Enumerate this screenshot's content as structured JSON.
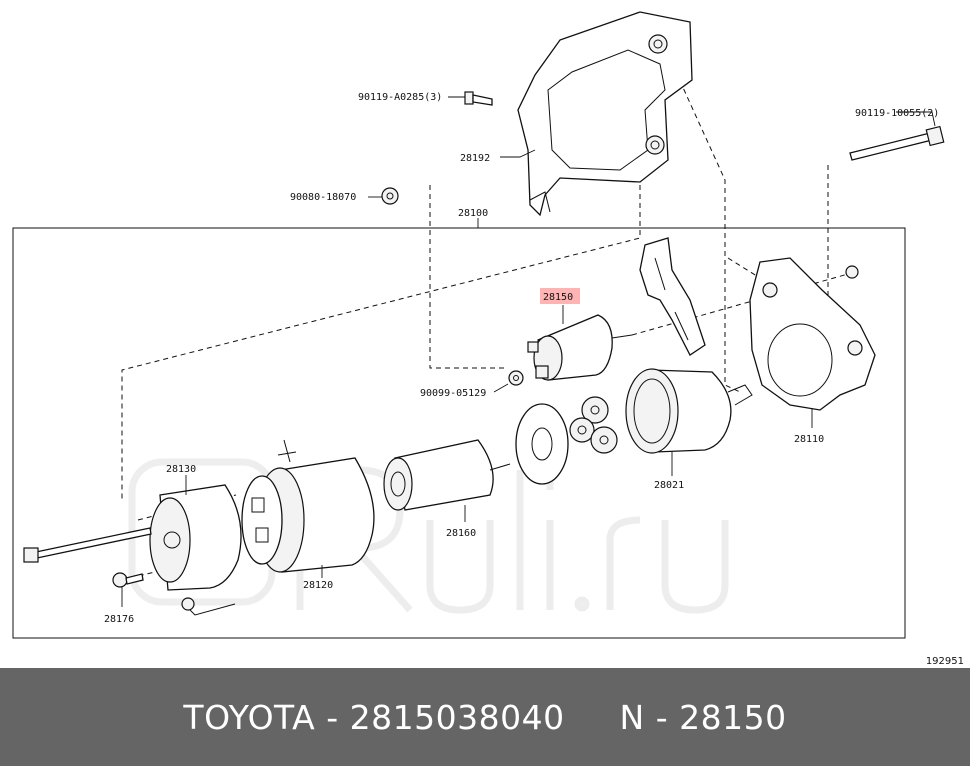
{
  "diagram": {
    "part_labels": {
      "p28192": "28192",
      "p90119_a0285": "90119-A0285(3)",
      "p90119_10055": "90119-10055(2)",
      "p90080_18070": "90080-18070",
      "p28100": "28100",
      "p28150": "28150",
      "p90099_05129": "90099-05129",
      "p28110": "28110",
      "p28130": "28130",
      "p28021": "28021",
      "p28160": "28160",
      "p28120": "28120",
      "p28176": "28176"
    },
    "highlighted_part": "28150",
    "watermark_logo_text": "Ruli.ru",
    "colors": {
      "highlight": "#ffb3b3",
      "footer": "#656565",
      "line": "#111111"
    }
  },
  "reference_number": "192951",
  "footer": {
    "title": "TOYOTA - 2815038040     N - 28150"
  }
}
